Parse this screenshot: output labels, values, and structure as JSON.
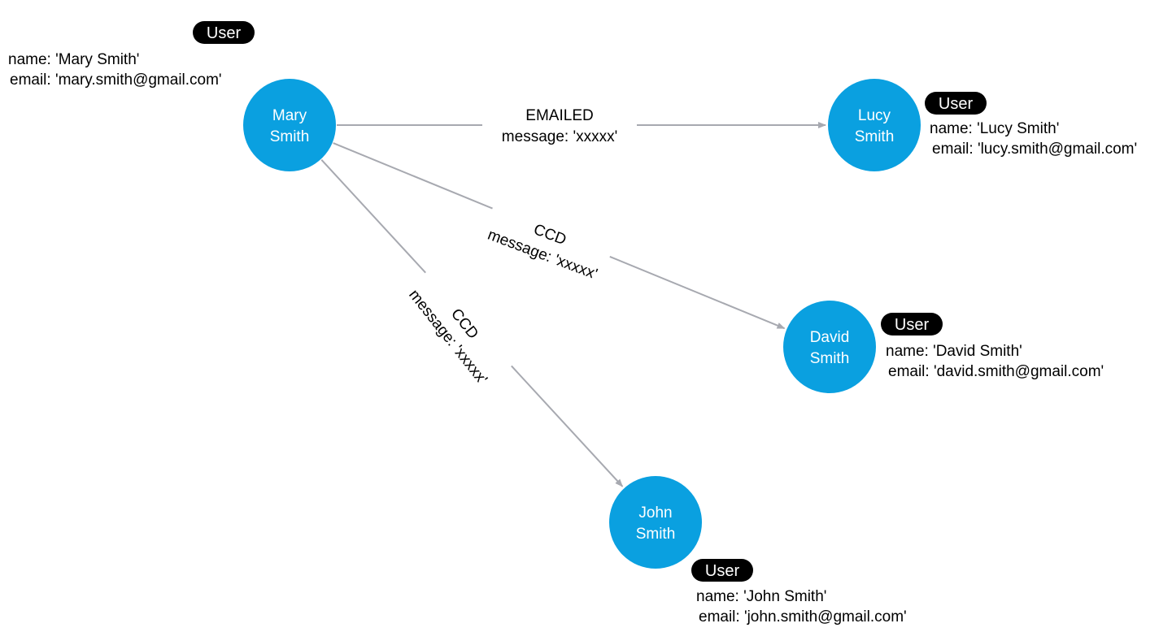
{
  "colors": {
    "node_fill": "#0aa0e0",
    "edge_stroke": "#a7a9b0",
    "pill_fill": "#000000"
  },
  "nodes": [
    {
      "id": "mary",
      "caption_lines": [
        "Mary",
        "Smith"
      ],
      "label": "User",
      "props": [
        "name: 'Mary Smith'",
        "email: 'mary.smith@gmail.com'"
      ]
    },
    {
      "id": "lucy",
      "caption_lines": [
        "Lucy",
        "Smith"
      ],
      "label": "User",
      "props": [
        "name: 'Lucy Smith'",
        "email: 'lucy.smith@gmail.com'"
      ]
    },
    {
      "id": "david",
      "caption_lines": [
        "David",
        "Smith"
      ],
      "label": "User",
      "props": [
        "name: 'David Smith'",
        "email: 'david.smith@gmail.com'"
      ]
    },
    {
      "id": "john",
      "caption_lines": [
        "John",
        "Smith"
      ],
      "label": "User",
      "props": [
        "name: 'John Smith'",
        "email: 'john.smith@gmail.com'"
      ]
    }
  ],
  "edges": [
    {
      "from": "mary",
      "to": "lucy",
      "type": "EMAILED",
      "props": "message: 'xxxxx'"
    },
    {
      "from": "mary",
      "to": "david",
      "type": "CCD",
      "props": "message: 'xxxxx'"
    },
    {
      "from": "mary",
      "to": "john",
      "type": "CCD",
      "props": "message: 'xxxxx'"
    }
  ]
}
